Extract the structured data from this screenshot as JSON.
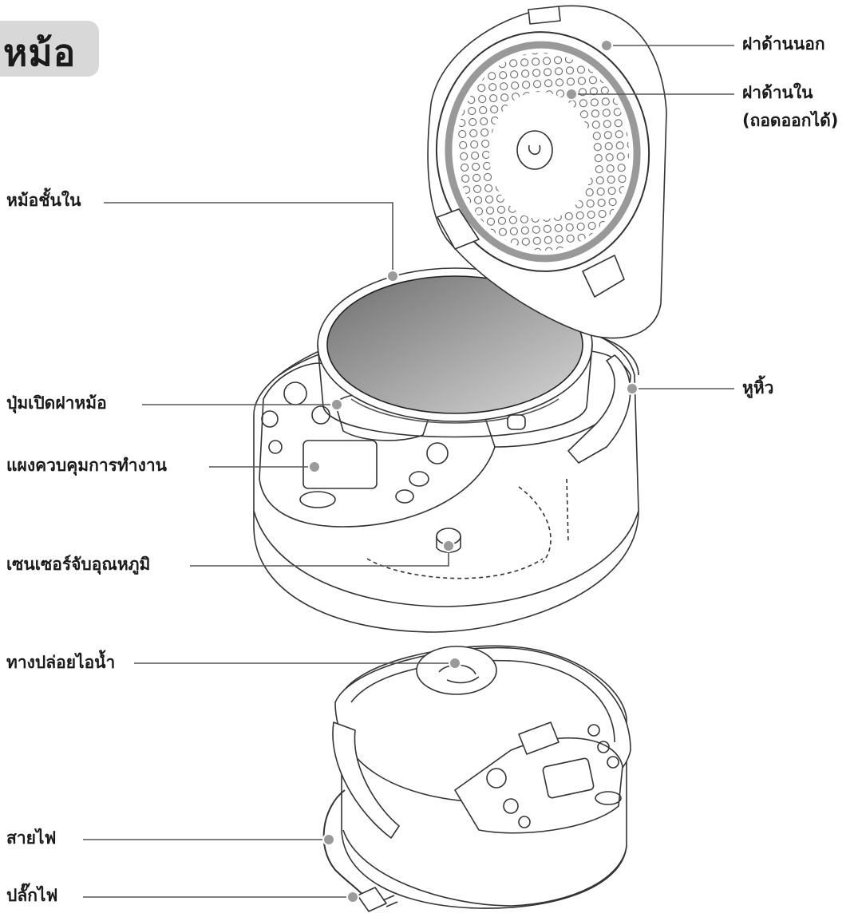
{
  "section_tab": "หม้อ",
  "labels": {
    "outer_lid": "ฝาด้านนอก",
    "inner_lid_line1": "ฝาด้านใน",
    "inner_lid_line2": "(ถอดออกได้)",
    "inner_pot": "หม้อชั้นใน",
    "handle": "หูหิ้ว",
    "lid_release_button": "ปุ่มเปิดฝาหม้อ",
    "control_panel": "แผงควบคุมการทำงาน",
    "temperature_sensor": "เซนเซอร์จับอุณหภูมิ",
    "steam_vent": "ทางปล่อยไอน้ำ",
    "power_cord": "สายไฟ",
    "power_plug": "ปลั๊กไฟ"
  },
  "colors": {
    "tab_background": "#d8d8d8",
    "leader_line": "#555555",
    "callout_dot": "#9a9a9a",
    "drawing_stroke": "#333333",
    "inner_pot_gray": "#8c8c8c"
  }
}
